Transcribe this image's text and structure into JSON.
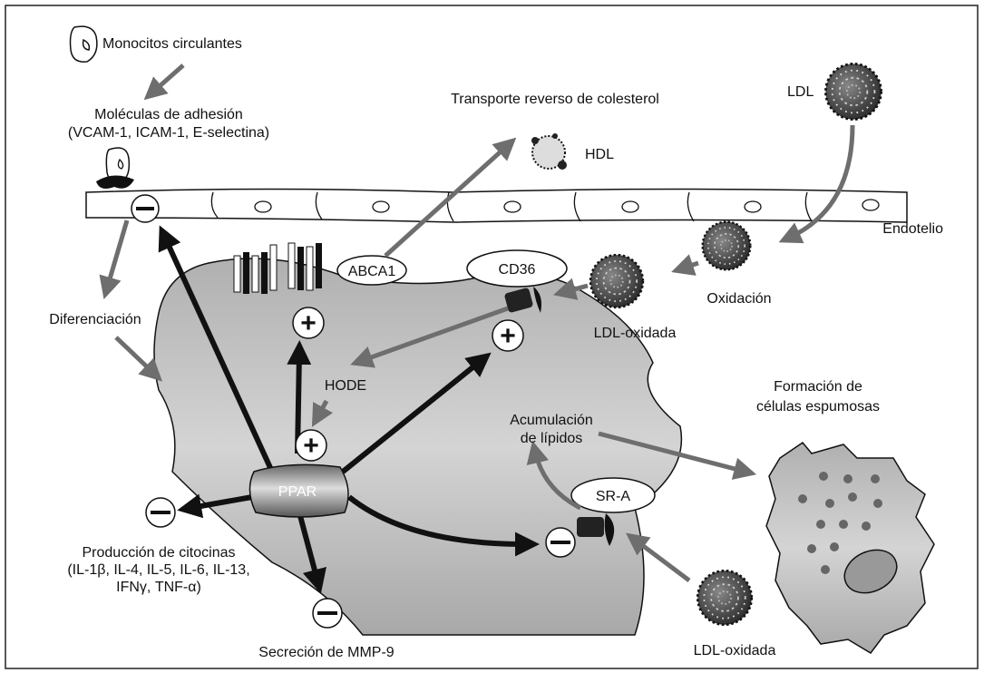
{
  "labels": {
    "monocytes": "Monocitos circulantes",
    "adhesion_title": "Moléculas de adhesión",
    "adhesion_list": "(VCAM-1, ICAM-1, E-selectina)",
    "reverse_transport": "Transporte reverso de colesterol",
    "hdl": "HDL",
    "ldl": "LDL",
    "endothelium": "Endotelio",
    "oxidation": "Oxidación",
    "ldl_oxidized_top": "LDL-oxidada",
    "ldl_oxidized_bottom": "LDL-oxidada",
    "abca1": "ABCA1",
    "cd36": "CD36",
    "differentiation": "Diferenciación",
    "hode": "HODE",
    "lipid_accumulation_1": "Acumulación",
    "lipid_accumulation_2": "de lípidos",
    "foam_cells_1": "Formación de",
    "foam_cells_2": "células espumosas",
    "ppar": "PPAR",
    "sra": "SR-A",
    "cytokines_1": "Producción de citocinas",
    "cytokines_2": "(IL-1β, IL-4, IL-5, IL-6, IL-13,",
    "cytokines_3": "IFNγ, TNF-α)",
    "mmp9": "Secreción de MMP-9"
  },
  "symbols": {
    "plus": "+",
    "minus": "−"
  },
  "colors": {
    "activation_arrow": "#111111",
    "process_arrow": "#6e6e6e",
    "cell": "#b4b4b4"
  }
}
